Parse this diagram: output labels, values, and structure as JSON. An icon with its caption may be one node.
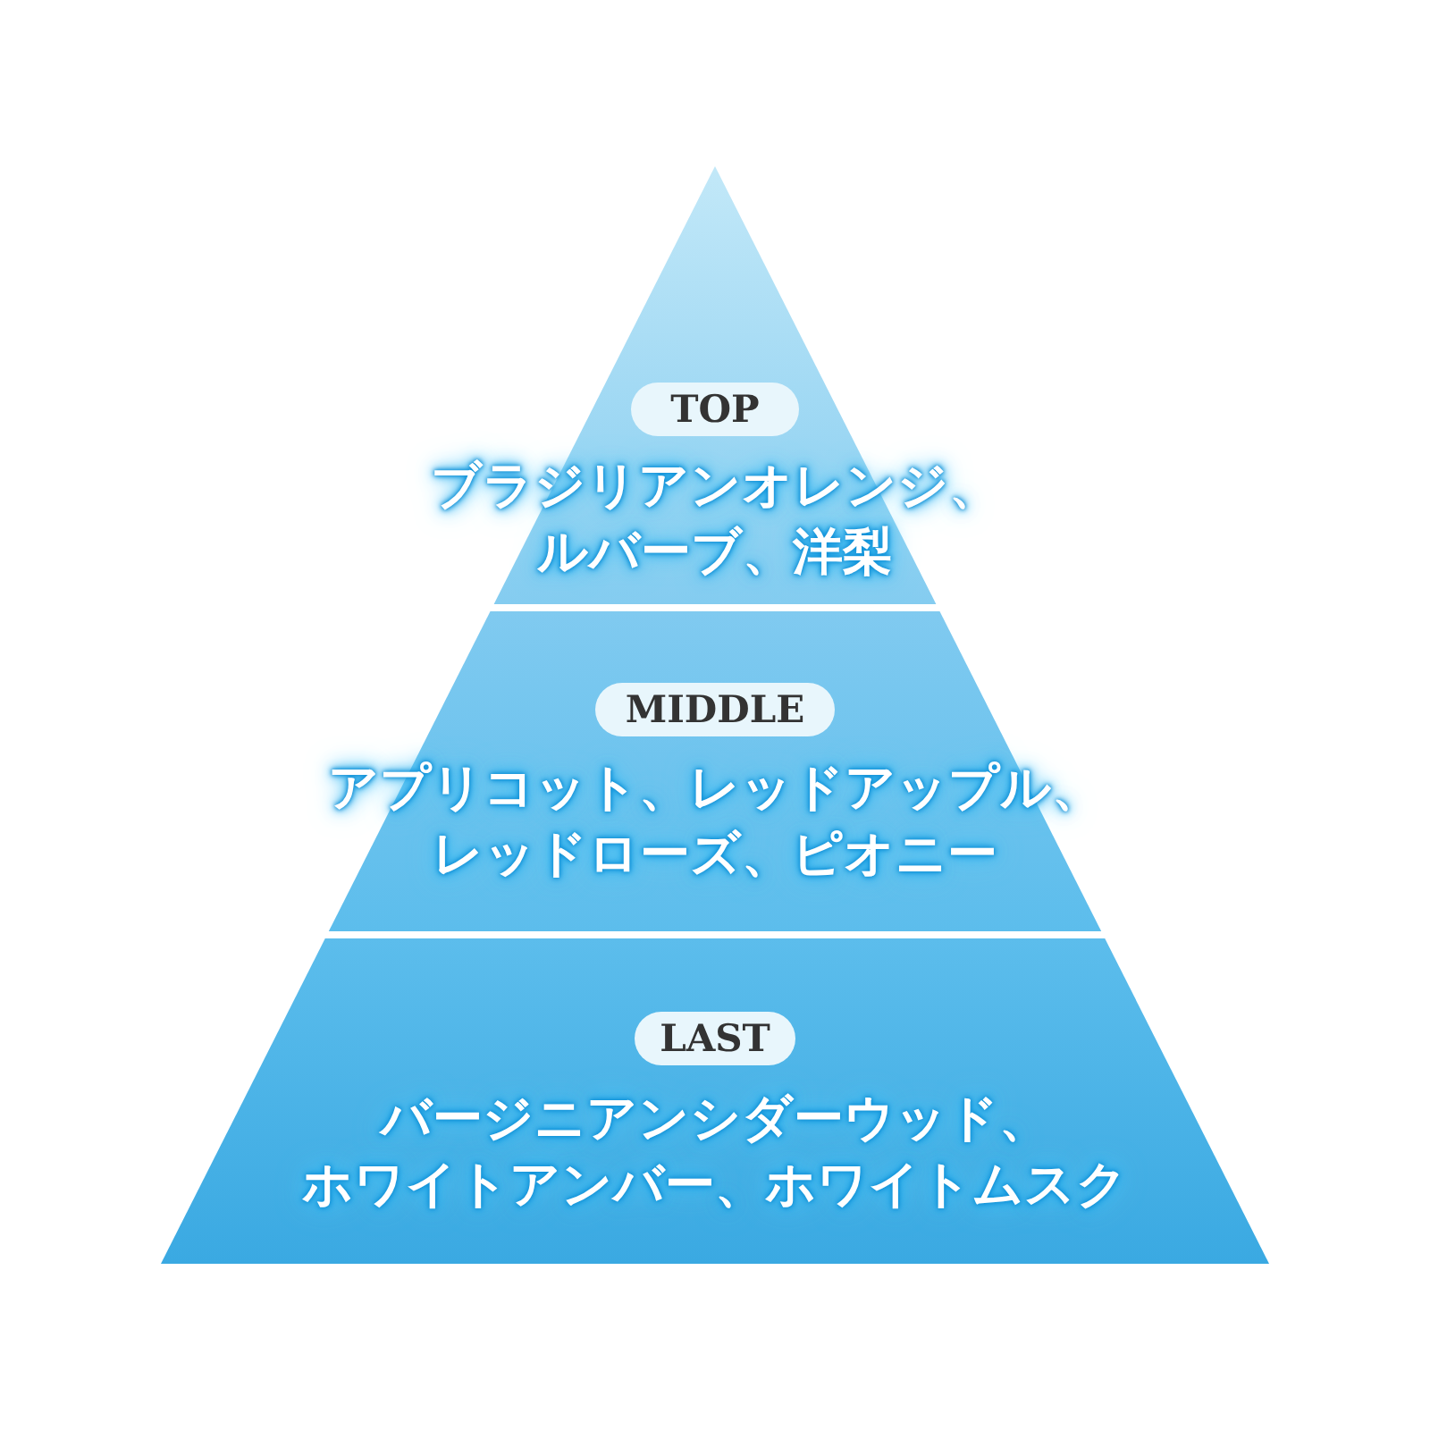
{
  "diagram": {
    "nodes": [
      {
        "text": [
          "ブラジリアンオレンジ、ルバーブ、洋梨"
        ]
      },
      {
        "text": [
          "TOP"
        ],
        "in": 0
      },
      {
        "text": [
          "アプリコット、レッドアップル、レッドローズ、ピオニー"
        ]
      },
      {
        "text": [
          "MIDDLE"
        ],
        "in": 2
      },
      {
        "text": [
          "バージニアンシダーウッド、ホワイトアンバー、ホワイトムスク"
        ]
      },
      {
        "text": [
          "LAST"
        ],
        "in": 4
      }
    ]
  }
}
